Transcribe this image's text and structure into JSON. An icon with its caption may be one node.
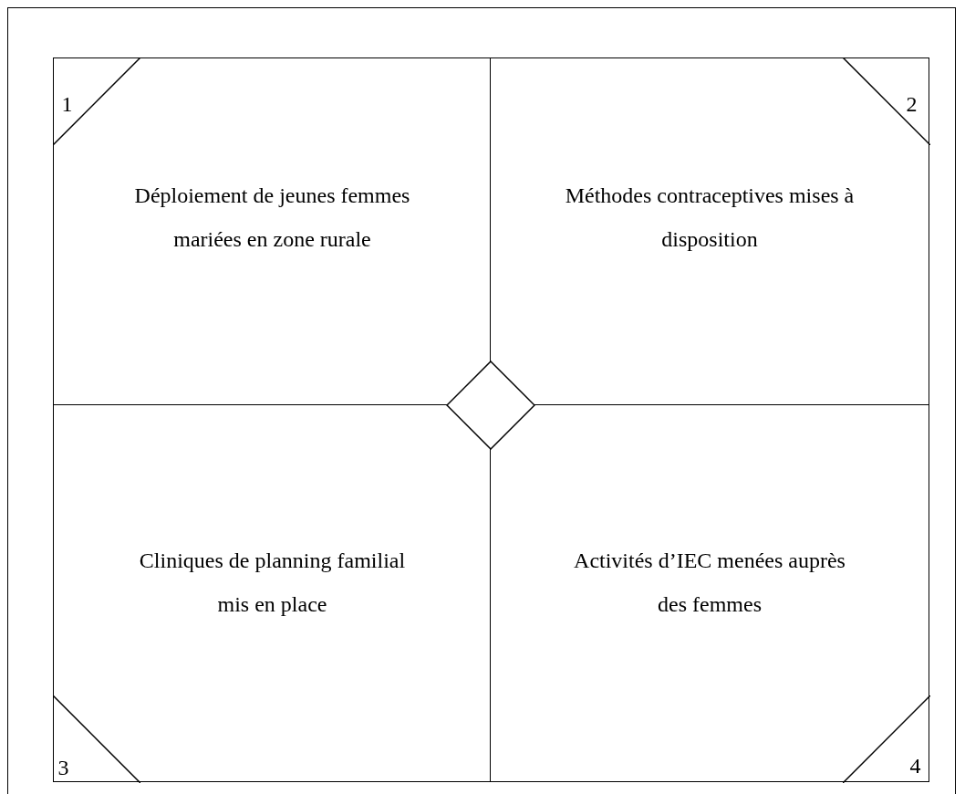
{
  "diagram": {
    "nodes": [
      {
        "text": [
          "Déploiement de jeunes femmes mariées en zone rurale"
        ]
      },
      {
        "text": [
          "1"
        ],
        "in": 0
      },
      {
        "text": [
          "Méthodes contraceptives mises à disposition"
        ]
      },
      {
        "text": [
          "2"
        ],
        "in": 2
      },
      {
        "text": [
          "Cliniques de planning familial mis en place"
        ]
      },
      {
        "text": [
          "3"
        ],
        "in": 4
      },
      {
        "text": [
          "Activités d’IEC menées auprès des femmes"
        ]
      },
      {
        "text": [
          "4"
        ],
        "in": 6
      },
      {
        "text": [],
        "shape": "diamond"
      }
    ],
    "edges": []
  }
}
